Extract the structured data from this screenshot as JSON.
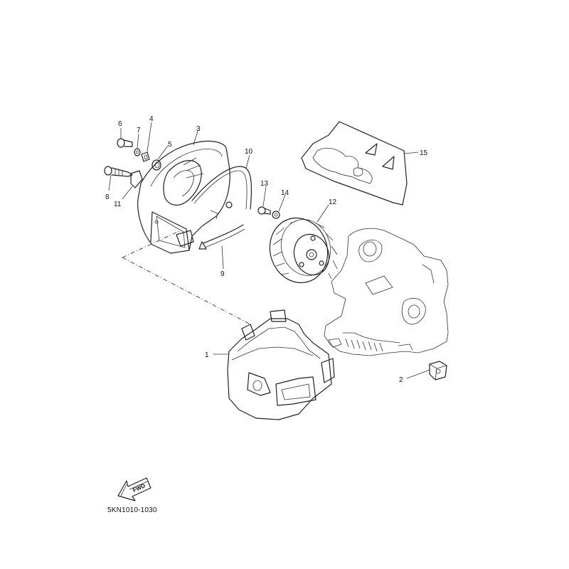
{
  "diagram": {
    "reference_code": "5KN1010-1030",
    "fwd_label": "FWD",
    "callouts": [
      "1",
      "2",
      "3",
      "4",
      "5",
      "6",
      "7",
      "8",
      "9",
      "10",
      "11",
      "12",
      "13",
      "14",
      "15"
    ]
  }
}
